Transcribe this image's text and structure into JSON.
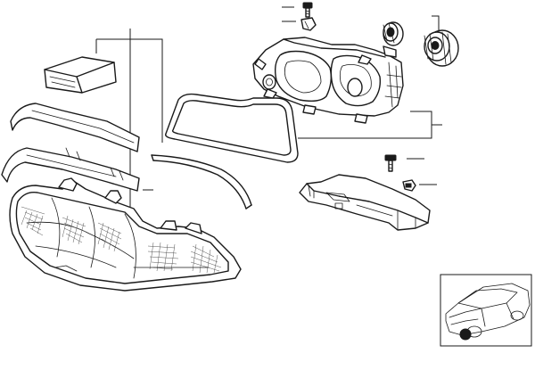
{
  "diagram": {
    "background": "#ffffff",
    "line_color": "#1a1a1a",
    "parts": [
      {
        "id": "headlight-lens-assembly"
      },
      {
        "id": "headlight-housing"
      },
      {
        "id": "headlight-gasket"
      },
      {
        "id": "trim-strip-upper"
      },
      {
        "id": "trim-strip-lower"
      },
      {
        "id": "seal-strip"
      },
      {
        "id": "cover-cap-large"
      },
      {
        "id": "cover-cap-small"
      },
      {
        "id": "bulb-socket"
      },
      {
        "id": "screw-top"
      },
      {
        "id": "clip-top"
      },
      {
        "id": "screw-right"
      },
      {
        "id": "clip-right"
      },
      {
        "id": "mounting-bracket"
      },
      {
        "id": "repair-kit-box"
      }
    ],
    "inset": {
      "vehicle": "car-silhouette",
      "marker": "headlight-location-dot"
    }
  }
}
